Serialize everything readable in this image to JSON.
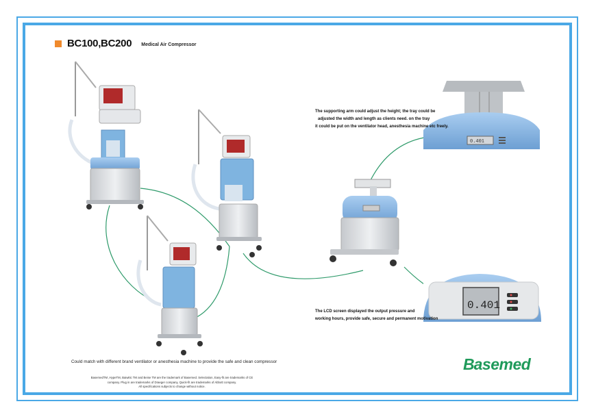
{
  "header": {
    "title": "BC100,BC200",
    "subtitle": "Medical Air Compressor"
  },
  "captions": {
    "arm": [
      "The supporting arm could adjust the height; the tray could be",
      "adjusted the width and length as clients need. on the tray",
      "it could be put on the ventilator head, anesthesia machine etc freely."
    ],
    "lcd": [
      "The LCD screen displayed the output pressure and",
      "working hours, provide safe, secure and permanent motivation"
    ],
    "match": "Could match with different brand ventilator or anesthesia machine to provide the safe and clean compressor"
  },
  "footnote": [
    "BasemedTM ,HypeTM, Baiwitic TM and  Beise TM  are the trademark of Basemed. Selectation, Easy-fit are trademarks of CE",
    "company. Plug in are trademarks of Draeger company, Quick-fit are trademarks of Abbott company.",
    "All specifications subjects to change without notice."
  ],
  "logo": {
    "first": "B",
    "rest": "asemed"
  },
  "lcd_reading": "0.401",
  "colors": {
    "frame": "#4aa8e6",
    "accent": "#f08a2c",
    "brand": "#1f9a5a",
    "connector": "#2e9a6a",
    "device_blue": "#7fb4e0",
    "device_gray": "#d9dbde"
  }
}
